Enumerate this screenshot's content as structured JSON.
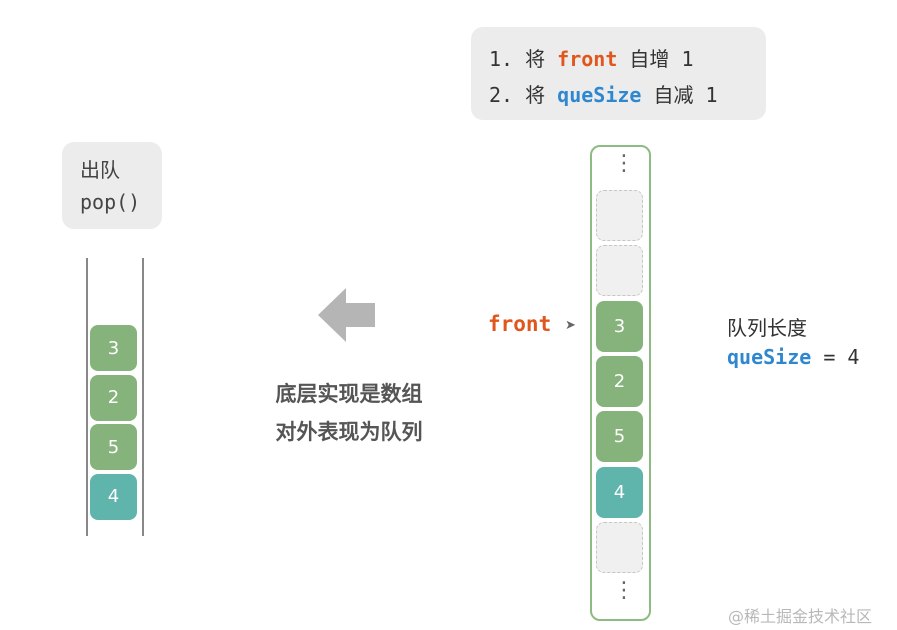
{
  "pop_box": {
    "line1": "出队",
    "line2": "pop()"
  },
  "left_queue": {
    "cells": [
      {
        "value": "3",
        "color": "#86b37b"
      },
      {
        "value": "2",
        "color": "#86b37b"
      },
      {
        "value": "5",
        "color": "#86b37b"
      },
      {
        "value": "4",
        "color": "#5fb5ac"
      }
    ]
  },
  "arrow": {
    "color": "#b5b5b5",
    "icon": "arrow-left-icon"
  },
  "caption": {
    "line1": "底层实现是数组",
    "line2": "对外表现为队列"
  },
  "steps": {
    "step1": {
      "prefix": "1. 将 ",
      "keyword": "front",
      "suffix": " 自增 1"
    },
    "step2": {
      "prefix": "2. 将 ",
      "keyword": "queSize",
      "suffix": " 自减 1"
    }
  },
  "array": {
    "top_ellipsis": "⋮",
    "bottom_ellipsis": "⋮",
    "cells": [
      {
        "value": "",
        "state": "empty"
      },
      {
        "value": "",
        "state": "empty"
      },
      {
        "value": "3",
        "state": "green"
      },
      {
        "value": "2",
        "state": "green"
      },
      {
        "value": "5",
        "state": "green"
      },
      {
        "value": "4",
        "state": "teal"
      },
      {
        "value": "",
        "state": "empty"
      }
    ]
  },
  "front_pointer": {
    "label": "front",
    "arrow": "➤"
  },
  "length": {
    "label": "队列长度",
    "name": "queSize",
    "eq": " = 4"
  },
  "colors": {
    "orange": "#e0561d",
    "blue": "#2f87d0",
    "green": "#86b37b",
    "teal": "#5fb5ac"
  },
  "watermark": "@稀土掘金技术社区"
}
